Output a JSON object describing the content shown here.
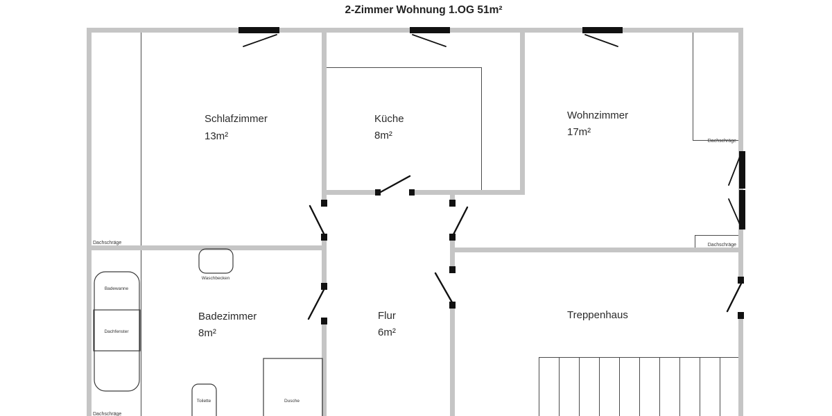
{
  "title": "2-Zimmer Wohnung 1.OG 51m²",
  "rooms": {
    "schlafzimmer": {
      "name": "Schlafzimmer",
      "area": "13m²"
    },
    "kueche": {
      "name": "Küche",
      "area": "8m²"
    },
    "wohnzimmer": {
      "name": "Wohnzimmer",
      "area": "17m²"
    },
    "badezimmer": {
      "name": "Badezimmer",
      "area": "8m²"
    },
    "flur": {
      "name": "Flur",
      "area": "6m²"
    },
    "treppenhaus": {
      "name": "Treppenhaus"
    }
  },
  "labels": {
    "dachschraege": "Dachschräge"
  },
  "fixtures": {
    "badewanne": "Badewanne",
    "dachfenster": "Dachfenster",
    "waschbecken": "Waschbecken",
    "toilette": "Toilette",
    "dusche": "Dusche"
  },
  "colors": {
    "wall": "#c5c5c5",
    "thin_line": "#4a4a4a",
    "door_window": "#111111",
    "text": "#2a2a2a"
  }
}
